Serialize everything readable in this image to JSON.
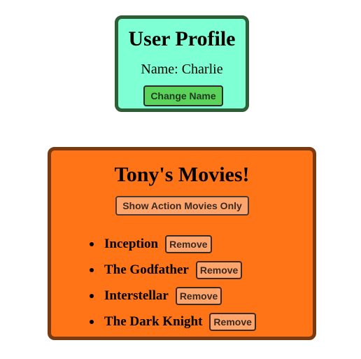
{
  "profile": {
    "title": "User Profile",
    "name_text": "Name: Charlie",
    "change_button": "Change Name"
  },
  "movies": {
    "title": "Tony's Movies!",
    "filter_button": "Show Action Movies Only",
    "remove_label": "Remove",
    "items": [
      {
        "title": "Inception"
      },
      {
        "title": "The Godfather"
      },
      {
        "title": "Interstellar"
      },
      {
        "title": "The Dark Knight"
      }
    ]
  },
  "colors": {
    "profile_bg": "#7fffd4",
    "profile_border": "#2f5d35",
    "movies_bg": "#ff7417",
    "movies_border": "#7a3a10"
  }
}
